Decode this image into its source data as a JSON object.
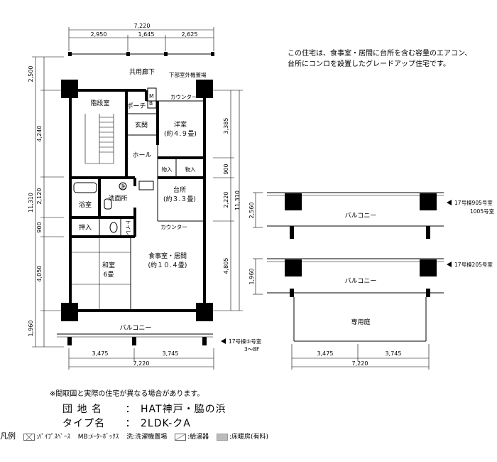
{
  "note_lines": [
    "この住宅は、食事室・居間に台所を含む容量のエアコン、",
    "台所にコンロを設置したグレードアップ住宅です。"
  ],
  "main_plan": {
    "top_total": "7,220",
    "top_parts": [
      "2,950",
      "1,645",
      "2,625"
    ],
    "bottom_parts": [
      "3,475",
      "3,745"
    ],
    "bottom_total": "7,220",
    "left_dims": [
      "2,500",
      "4,240",
      "2,120",
      "900",
      "4,050",
      "1,960"
    ],
    "left_total": "11,310",
    "right_dims": [
      "3,385",
      "900",
      "2,220",
      "4,805"
    ],
    "right_total": "11,310"
  },
  "rooms": {
    "corridor": "共用廊下",
    "outdoor_unit": "下部室外機置場",
    "counter_top": "カウンター",
    "stairs": "階段室",
    "porch": "ポーチ",
    "mb_m": "M",
    "mb_b": "B",
    "western_name": "洋室",
    "western_size": "(約４.９畳)",
    "entrance": "玄関",
    "hall": "ホール",
    "closet1": "物入",
    "closet2": "物入",
    "washer_mark": "洗",
    "washroom": "洗面所",
    "bath": "浴室",
    "kitchen_name": "台所",
    "kitchen_size": "(約３.３畳)",
    "oshiire": "押入",
    "toilet": "トイレ",
    "counter_mid": "カウンター",
    "japanese_name": "和室",
    "japanese_size": "6畳",
    "dining_name": "食事室・居間",
    "dining_size": "(約１０.４畳)",
    "balcony": "バルコニー"
  },
  "unit_labels": {
    "main_1": "17号棟⑤号室",
    "main_2": "3～8F",
    "bal_a_1": "17号棟905号室",
    "bal_a_2": "1005号室",
    "bal_b": "17号棟205号室"
  },
  "side_plan": {
    "balcony_a": "バルコニー",
    "balcony_b": "バルコニー",
    "garden": "専用庭",
    "dim_a": "2,560",
    "dim_b": "1,960",
    "bottom_parts": [
      "3,475",
      "3,745"
    ],
    "bottom_total": "7,220"
  },
  "footer": {
    "disclaimer": "※間取図と実際の住宅が異なる場合があります。",
    "complex_label": "団 地 名",
    "complex_sep": "：",
    "complex_value": "HAT神戸・脇の浜",
    "type_label": "タイプ名",
    "type_sep": "：",
    "type_value": "2LDK-クA"
  },
  "legend": {
    "title": "凡例",
    "items": [
      {
        "label": ":ﾊﾟｲﾌﾟｽﾍﾟｰｽ"
      },
      {
        "label": "MB:ﾒｰﾀｰﾎﾞｯｸｽ"
      },
      {
        "label": "洗:洗濯機置場"
      },
      {
        "label": ":給湯器"
      },
      {
        "label": ":床暖房(有料)"
      }
    ]
  }
}
